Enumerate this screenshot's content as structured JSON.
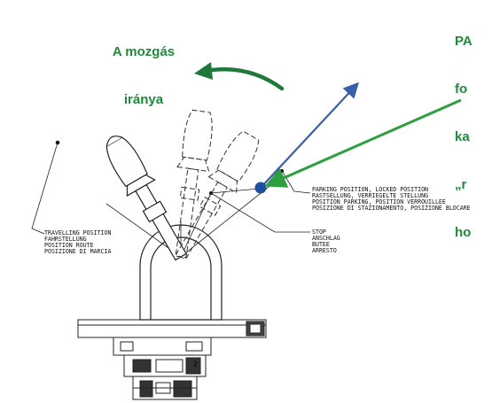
{
  "title_callout": {
    "line1": "A mozgás",
    "line2": "iránya",
    "color": "#1f8a3a"
  },
  "side_callout": {
    "lines": [
      "PA",
      "fo",
      "ka",
      "„r",
      "ho"
    ],
    "color": "#1f8a3a"
  },
  "labels": {
    "parking": [
      "PARKING POSITION, LOCKED POSITION",
      "RASTSELLUNG, VERRIEGELTE STELLUNG",
      "POSITION PARKING, POSITION VERROUILLEE",
      "POSIZIONE DI STAZIONAMENTO, POSIZIONE BLOCARE"
    ],
    "travelling": [
      "TRAVELLING POSITION",
      "FAHRSTELLUNG",
      "POSITION ROUTE",
      "POSIZIONE DI MARCIA"
    ],
    "stop": [
      "STOP",
      "ANSCHLAG",
      "BUTEE",
      "ARRESTO"
    ],
    "part_number": "2"
  },
  "colors": {
    "movement_arrow": "#1f7a3a",
    "pointer_arrow": "#2e9e3e",
    "blue_arrow": "#3a5fa8",
    "marker_dot": "#1f4e9c",
    "drawing": "#222222"
  },
  "icons": [
    "curved-movement-arrow",
    "green-pointer-arrow",
    "blue-direction-arrow",
    "parking-marker-dot"
  ]
}
